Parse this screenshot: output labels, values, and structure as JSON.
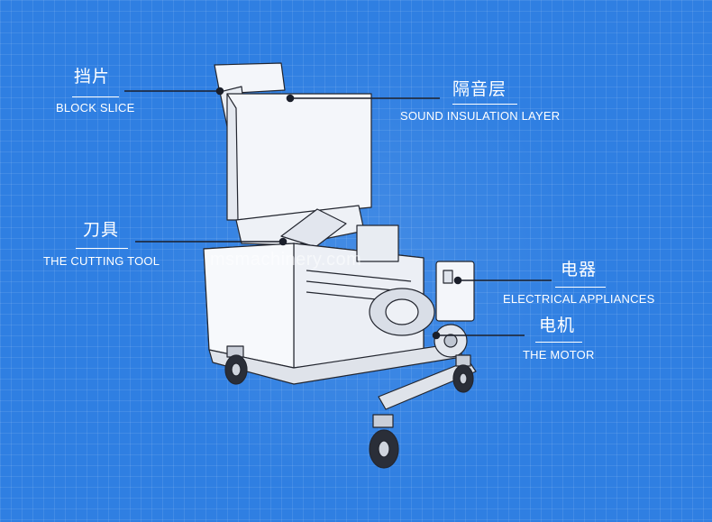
{
  "callouts": [
    {
      "id": "block-slice",
      "zh": "挡片",
      "en": "BLOCK SLICE"
    },
    {
      "id": "sound-insulation-layer",
      "zh": "隔音层",
      "en": "SOUND INSULATION LAYER"
    },
    {
      "id": "cutting-tool",
      "zh": "刀具",
      "en": "THE CUTTING TOOL"
    },
    {
      "id": "electrical-appliances",
      "zh": "电器",
      "en": "ELECTRICAL APPLIANCES"
    },
    {
      "id": "motor",
      "zh": "电机",
      "en": "THE MOTOR"
    }
  ],
  "watermark": "msmachinery.com",
  "colors": {
    "background": "#2f7fe2",
    "machine_fill": "#f4f6fa",
    "line": "#1b1f2a",
    "text": "#ffffff"
  }
}
